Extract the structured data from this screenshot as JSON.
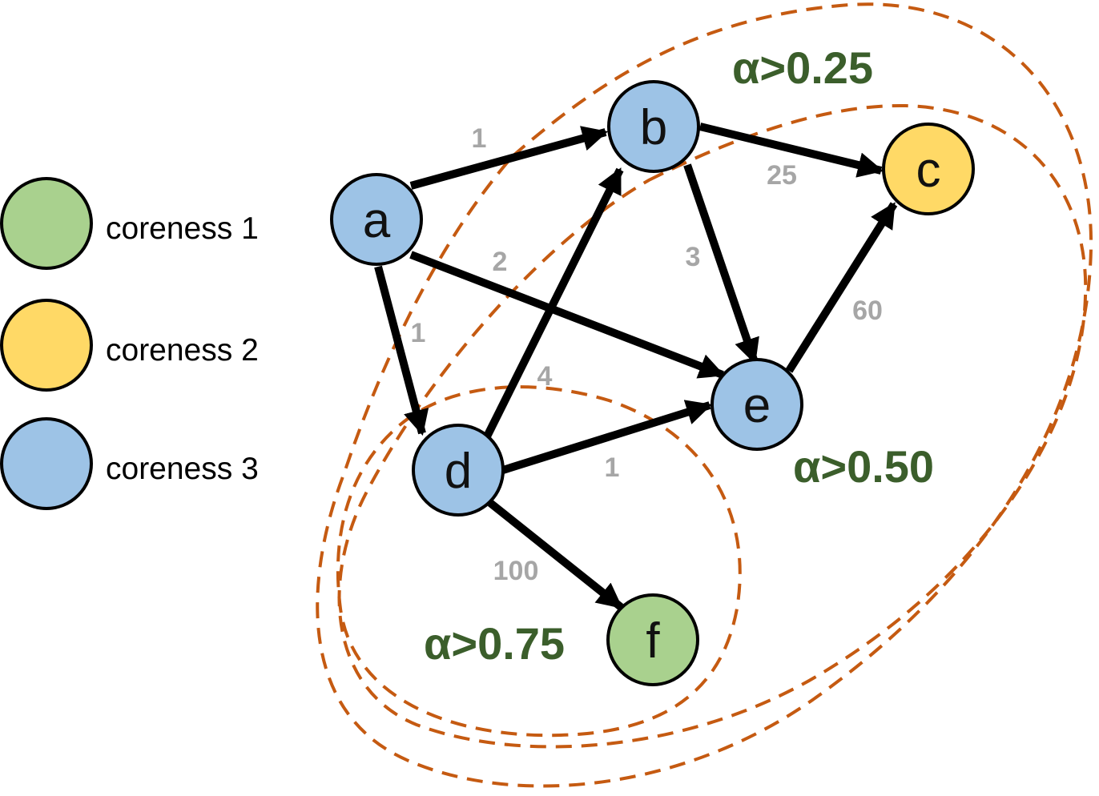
{
  "legend": [
    {
      "label": "coreness 1",
      "color": "#a9d18e"
    },
    {
      "label": "coreness 2",
      "color": "#ffd966"
    },
    {
      "label": "coreness 3",
      "color": "#9dc3e6"
    }
  ],
  "nodes": {
    "a": {
      "label": "a",
      "color": "#9dc3e6"
    },
    "b": {
      "label": "b",
      "color": "#9dc3e6"
    },
    "c": {
      "label": "c",
      "color": "#ffd966"
    },
    "d": {
      "label": "d",
      "color": "#9dc3e6"
    },
    "e": {
      "label": "e",
      "color": "#9dc3e6"
    },
    "f": {
      "label": "f",
      "color": "#a9d18e"
    }
  },
  "edges": [
    {
      "from": "a",
      "to": "b",
      "weight": "1"
    },
    {
      "from": "a",
      "to": "e",
      "weight": "2"
    },
    {
      "from": "a",
      "to": "d",
      "weight": "1"
    },
    {
      "from": "b",
      "to": "c",
      "weight": "25"
    },
    {
      "from": "b",
      "to": "e",
      "weight": "3"
    },
    {
      "from": "d",
      "to": "b",
      "weight": "4"
    },
    {
      "from": "d",
      "to": "e",
      "weight": "1"
    },
    {
      "from": "d",
      "to": "f",
      "weight": "100"
    },
    {
      "from": "e",
      "to": "c",
      "weight": "60"
    }
  ],
  "regions": [
    {
      "label": "α>0.25"
    },
    {
      "label": "α>0.50"
    },
    {
      "label": "α>0.75"
    }
  ],
  "colors": {
    "edge": "#000000",
    "weight_text": "#a6a6a6",
    "region_stroke": "#c55a11",
    "region_label": "#3b5e2b"
  }
}
